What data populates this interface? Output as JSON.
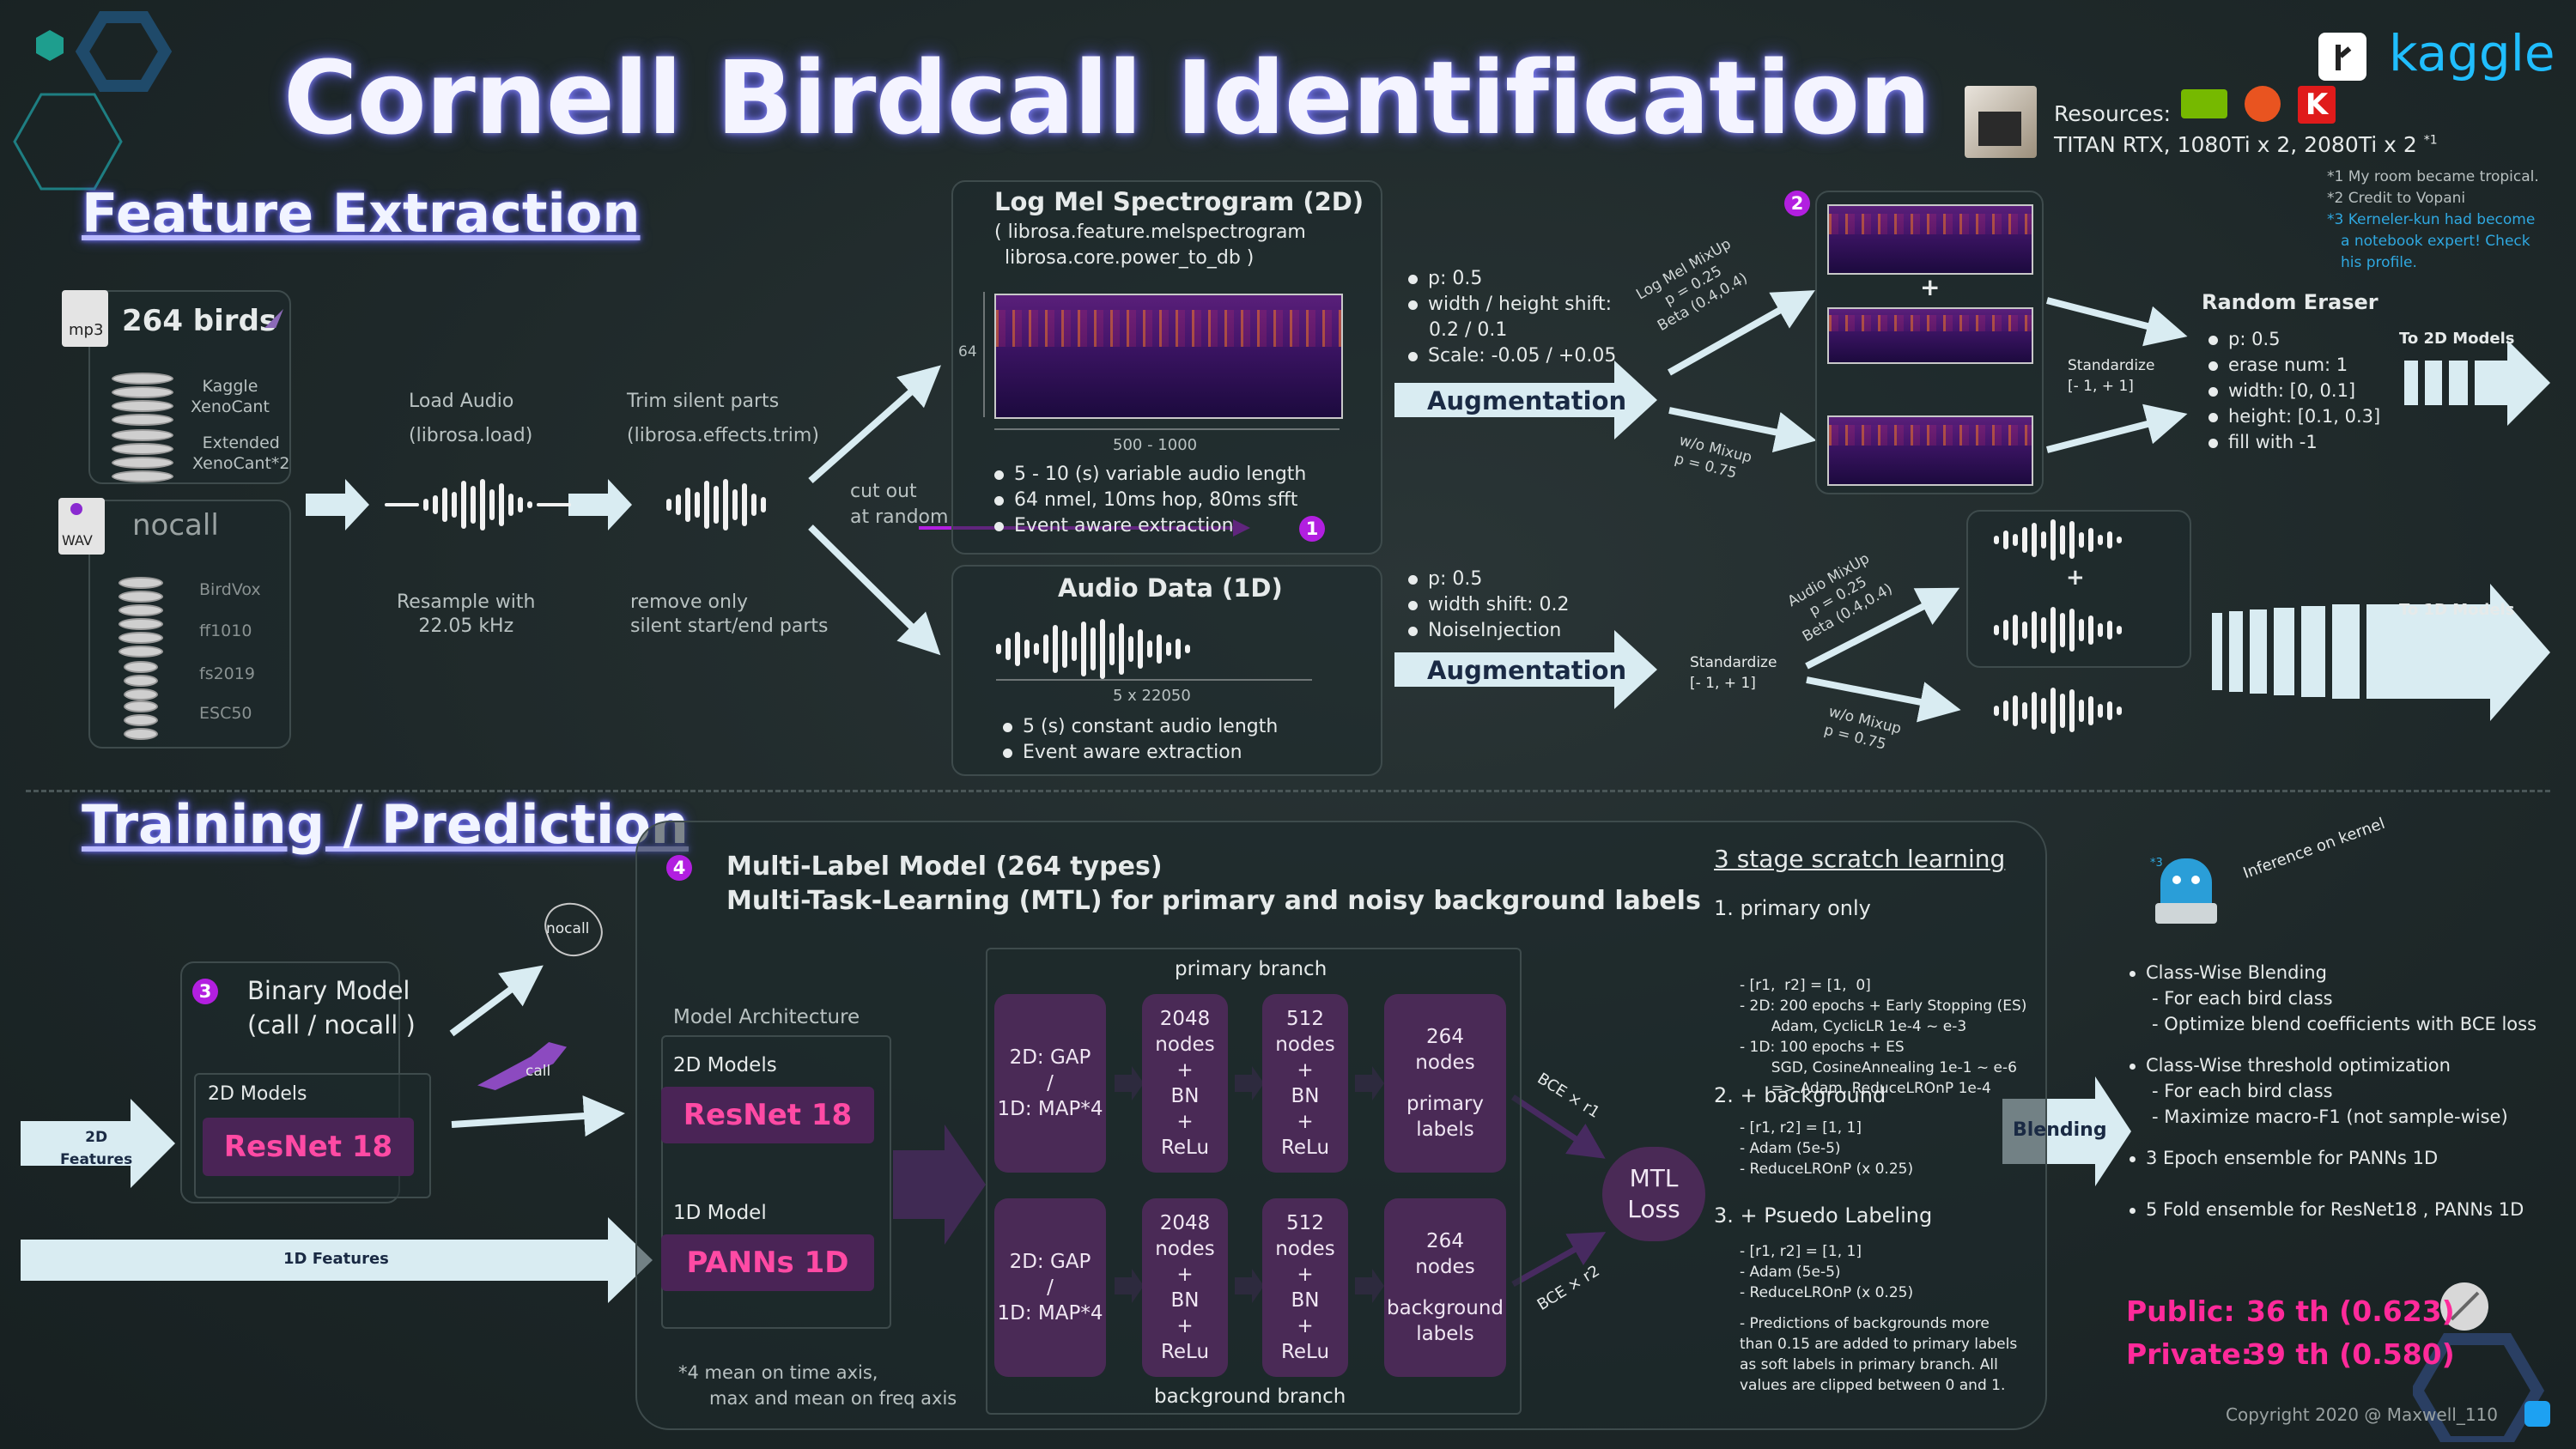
{
  "title": "Cornell Birdcall Identification",
  "kaggle": "kaggle",
  "resources": {
    "label": "Resources:",
    "gpus": "TITAN RTX, 1080Ti x 2, 2080Ti x 2",
    "gpus_note": "*1",
    "notes": [
      "*1 My room became tropical.",
      "*2 Credit to Vopani",
      "*3 Kerneler-kun had become",
      "a notebook expert!  Check",
      "his profile."
    ]
  },
  "feature": {
    "heading": "Feature Extraction",
    "birds_title": "264 birds",
    "mp3": "mp3",
    "birds_sources": [
      "Kaggle",
      "XenoCant",
      "Extended",
      "XenoCant*2"
    ],
    "nocall_title": "nocall",
    "wav": "WAV",
    "nocall_sources": [
      "BirdVox",
      "ff1010",
      "fs2019",
      "ESC50"
    ],
    "load_audio": [
      "Load Audio",
      "(librosa.load)"
    ],
    "trim": [
      "Trim silent parts",
      "(librosa.effects.trim)"
    ],
    "resample": [
      "Resample with",
      "22.05 kHz"
    ],
    "remove": [
      "remove only",
      "silent start/end parts"
    ],
    "cutout": [
      "cut out",
      "at random"
    ],
    "mel_title": "Log Mel Spectrogram (2D)",
    "mel_func": [
      "( librosa.feature.melspectrogram",
      "librosa.core.power_to_db  )"
    ],
    "mel_h": "64",
    "mel_w": "500 - 1000",
    "mel_bullets": [
      "5 - 10 (s) variable audio length",
      "64 nmel, 10ms hop, 80ms sfft",
      "Event aware extraction"
    ],
    "audio_title": "Audio Data (1D)",
    "audio_w": "5  x  22050",
    "audio_bullets": [
      "5 (s) constant audio length",
      "Event aware extraction"
    ],
    "aug2d_params": [
      "p: 0.5",
      "width / height shift:",
      "0.2 / 0.1",
      "Scale: -0.05 / +0.05"
    ],
    "aug1d_params": [
      "p: 0.5",
      "width shift: 0.2",
      "NoiseInjection"
    ],
    "aug_label": "Augmentation",
    "mixup2d": [
      "Log Mel MixUp",
      "p = 0.25",
      "Beta (0.4,0.4)"
    ],
    "womix2d": [
      "w/o Mixup",
      "p = 0.75"
    ],
    "mixup1d": [
      "Audio MixUp",
      "p = 0.25",
      "Beta (0.4,0.4)"
    ],
    "womix1d": [
      "w/o Mixup",
      "p = 0.75"
    ],
    "standardize": [
      "Standardize",
      "[- 1, + 1]"
    ],
    "eraser_title": "Random Eraser",
    "eraser": [
      "p: 0.5",
      "erase num: 1",
      "width: [0, 0.1]",
      "height: [0.1, 0.3]",
      "fill with -1"
    ],
    "to2d": "To 2D Models",
    "to1d": "To 1D Models",
    "plus": "+"
  },
  "training": {
    "heading": "Training / Prediction",
    "features2d": [
      "2D",
      "Features"
    ],
    "features1d": "1D Features",
    "binary_title": [
      "Binary Model",
      "(call / nocall )"
    ],
    "models2d": "2D Models",
    "resnet": "ResNet 18",
    "nocall": "nocall",
    "call": "call",
    "ml_title": "Multi-Label Model   (264 types)",
    "ml_sub": "Multi-Task-Learning (MTL) for primary and noisy background labels",
    "arch": "Model Architecture",
    "arch2d": "2D Models",
    "arch1d": "1D Model",
    "panns": "PANNs 1D",
    "primary_branch": "primary branch",
    "background_branch": "background branch",
    "gap": [
      "2D: GAP",
      "/",
      "1D: MAP*4"
    ],
    "n2048": [
      "2048",
      "nodes",
      "+",
      "BN",
      "+",
      "ReLu"
    ],
    "n512": [
      "512",
      "nodes",
      "+",
      "BN",
      "+",
      "ReLu"
    ],
    "primary_out": [
      "264",
      "nodes",
      "",
      "primary",
      "labels"
    ],
    "background_out": [
      "264",
      "nodes",
      "",
      "background",
      "labels"
    ],
    "mtl": [
      "MTL",
      "Loss"
    ],
    "bce1": "BCE × r1",
    "bce2": "BCE × r2",
    "footnote": [
      "*4   mean on time axis,",
      "max and mean on freq axis"
    ],
    "stage_title": "3 stage scratch learning",
    "stage1": "1. primary only",
    "stage1_items": [
      "- [r1,  r2] = [1,  0]",
      "- 2D: 200 epochs + Early Stopping (ES)",
      "  Adam, CyclicLR 1e-4 ~ e-3",
      "- 1D: 100 epochs + ES",
      "  SGD, CosineAnnealing 1e-1 ~ e-6",
      "  => Adam, ReduceLROnP 1e-4"
    ],
    "stage2": "2. + background",
    "stage2_items": [
      "- [r1,  r2] = [1,  1]",
      "- Adam (5e-5)",
      "- ReduceLROnP (x 0.25)"
    ],
    "stage3": "3.  + Psuedo Labeling",
    "stage3_items": [
      "- [r1,  r2] = [1,  1]",
      "- Adam (5e-5)",
      "- ReduceLROnP (x 0.25)",
      "",
      "- Predictions of backgrounds more",
      "than 0.15 are added to primary labels",
      "as soft labels in primary branch.  All",
      "values are clipped between  0 and 1."
    ],
    "inference": "Inference on kernel",
    "note3": "*3",
    "blending": "Blending",
    "post": [
      [
        "Class-Wise Blending",
        "- For each bird class",
        "- Optimize blend coefficients with BCE loss"
      ],
      [
        "Class-Wise threshold optimization",
        "- For each bird class",
        "- Maximize macro-F1 (not sample-wise)"
      ],
      [
        "3 Epoch ensemble for PANNs 1D"
      ],
      [
        "5 Fold ensemble for ResNet18 , PANNs 1D"
      ]
    ],
    "public_label": "Public:",
    "public_val": "36 th (0.623)",
    "private_label": "Private:",
    "private_val": "39 th (0.580)",
    "copyright": "Copyright 2020 @ Maxwell_110"
  },
  "colors": {
    "accent": "#b21fe0",
    "pink": "#ff2a9a",
    "node": "#4a2a56",
    "arrow": "#d9ecf2"
  }
}
